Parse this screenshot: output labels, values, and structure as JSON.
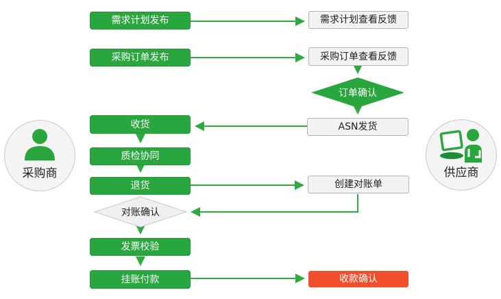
{
  "actors": {
    "buyer": "采购商",
    "supplier": "供应商"
  },
  "nodes": {
    "demand_plan_publish": "需求计划发布",
    "demand_plan_feedback": "需求计划查看反馈",
    "po_publish": "采购订单发布",
    "po_feedback": "采购订单查看反馈",
    "order_confirm": "订单确认",
    "receive_goods": "收货",
    "asn_ship": "ASN发货",
    "quality_collab": "质检协同",
    "return_goods": "退货",
    "create_statement": "创建对账单",
    "statement_confirm": "对账确认",
    "invoice_verify": "发票校验",
    "account_payment": "挂账付款",
    "receipt_confirm": "收款确认"
  },
  "icons": {
    "buyer": "person-silhouette-icon",
    "supplier": "person-at-computer-icon"
  },
  "colors": {
    "process_green": "#2aa63e",
    "arrow_green": "#2faa3e",
    "alert_red": "#f14e2d",
    "gray_fill": "#f2f2f2",
    "gray_border": "#b3b3b3"
  }
}
